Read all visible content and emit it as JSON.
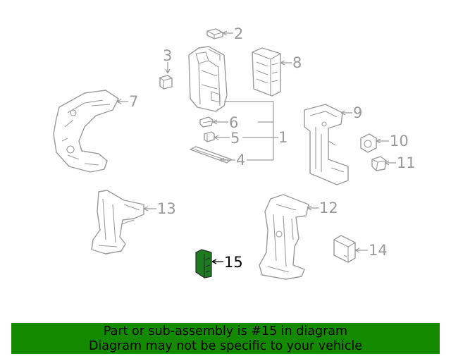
{
  "callouts": {
    "c1": "1",
    "c2": "2",
    "c3": "3",
    "c4": "4",
    "c5": "5",
    "c6": "6",
    "c7": "7",
    "c8": "8",
    "c9": "9",
    "c10": "10",
    "c11": "11",
    "c12": "12",
    "c13": "13",
    "c14": "14",
    "c15": "15"
  },
  "highlight_part": "15",
  "colors": {
    "banner": "#138a00",
    "highlight_part": "#1e7a1e",
    "line_art": "#9a9a9a"
  },
  "banner": {
    "line1": "Part or sub-assembly is #15 in diagram",
    "line2": "Diagram may not be specific to your vehicle"
  }
}
